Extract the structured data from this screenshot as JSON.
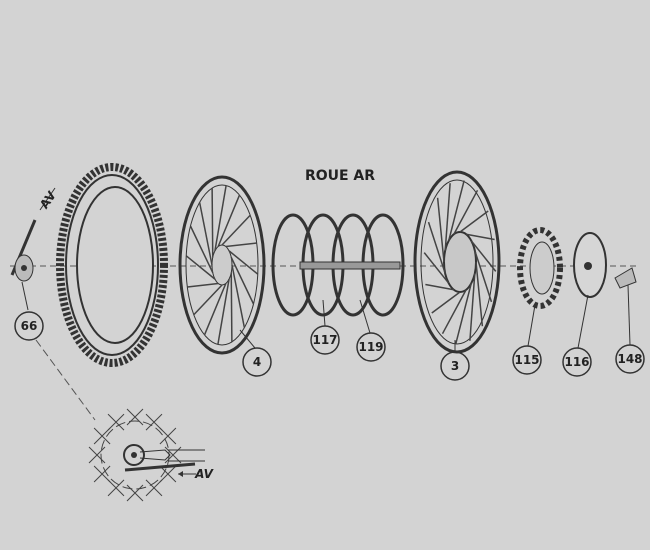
{
  "title": "ROUE AR",
  "parts": [
    {
      "ref": "66",
      "name": "axle-nut-tensioner"
    },
    {
      "ref": "4",
      "name": "rear-wheel-rim"
    },
    {
      "ref": "117",
      "name": "spacer-ring"
    },
    {
      "ref": "119",
      "name": "axle"
    },
    {
      "ref": "3",
      "name": "rear-wheel-hub"
    },
    {
      "ref": "115",
      "name": "sprocket"
    },
    {
      "ref": "116",
      "name": "brake-plate"
    },
    {
      "ref": "148",
      "name": "brake-lever"
    }
  ],
  "inset": {
    "direction_label": "AV"
  },
  "arrow_label": "AV"
}
